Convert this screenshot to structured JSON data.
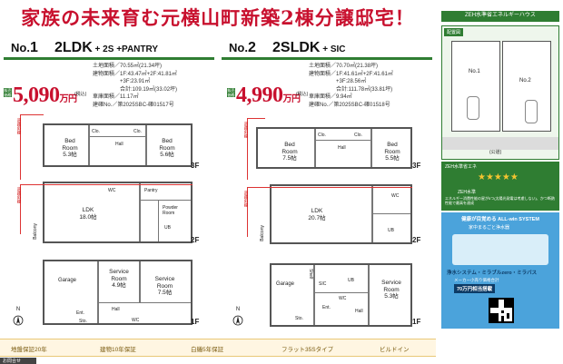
{
  "title": "家族の未来育む元横山町新築2棟分譲邸宅！",
  "plans": [
    {
      "num_prefix": "No.",
      "num": "1",
      "type_main": "2LDK",
      "type_sub": " + 2S +PANTRY",
      "badge": "販売価格",
      "price": "5,090",
      "price_unit": "万円",
      "tax": "(税込)",
      "specs": [
        "土地面積／70.55㎡(21.34坪)",
        "建物面積／1F:43.47㎡+2F:41.81㎡",
        "　　　　　+3F:23.91㎡",
        "　　　　　合計:109.19㎡(33.02坪)",
        "車庫面積／11.17㎡",
        "建確No.／第2025SBC-確01517号"
      ],
      "rooms": {
        "bed1": "Bed\nRoom\n5.3帖",
        "bed2": "Bed\nRoom\n5.6帖",
        "ldk": "LDK\n18.0帖",
        "svc1": "Service\nRoom\n4.9帖",
        "svc2": "Service\nRoom\n7.5帖",
        "clo": "Clo.",
        "hall": "Hall",
        "wc": "WC",
        "pantry": "Pantry",
        "balcony": "Balcony",
        "ub": "UB",
        "powder": "Powder\nRoom",
        "garage": "Garage",
        "ent": "Ent.",
        "sto": "Sto.",
        "f3": "3F",
        "f2": "2F",
        "f1": "1F",
        "north": "N"
      },
      "slope_labels": [
        "道路斜線",
        "道路斜線",
        "道路斜線"
      ]
    },
    {
      "num_prefix": "No.",
      "num": "2",
      "type_main": "2SLDK",
      "type_sub": " + SIC",
      "badge": "販売価格",
      "price": "4,990",
      "price_unit": "万円",
      "tax": "(税込)",
      "specs": [
        "土地面積／70.70㎡(21.38坪)",
        "建物面積／1F:41.61㎡+2F:41.61㎡",
        "　　　　　+3F:28.56㎡",
        "　　　　　合計:111.78㎡(33.81坪)",
        "車庫面積／9.94㎡",
        "建確No.／第2025SBC-確01518号"
      ],
      "rooms": {
        "bed1": "Bed\nRoom\n7.5帖",
        "bed2": "Bed\nRoom\n5.5帖",
        "ldk": "LDK\n20.7帖",
        "svc": "Service\nRoom\n5.3帖",
        "clo": "Clo.",
        "hall": "Hall",
        "wc": "WC",
        "balcony": "Balcony",
        "ub": "UB",
        "garage": "Garage",
        "sic": "SIC",
        "sto": "Sto.",
        "shelf": "Shelf",
        "ent": "Ent.",
        "f3": "3F",
        "f2": "2F",
        "f1": "1F",
        "north": "N"
      },
      "slope_labels": [
        "道路斜線",
        "道路斜線",
        "道路斜線"
      ]
    }
  ],
  "features": [
    "地盤保証20年",
    "建物10年保証",
    "白蟻5年保証",
    "フラット35Sタイプ",
    "ビルドイン"
  ],
  "side": {
    "zeh_header": "ZEH水準省エネルギーハウス",
    "site_label": "配置図",
    "site_lots": [
      "No.1",
      "No.2"
    ],
    "site_road": "(公道)",
    "cert_title": "ZEH水準省エネ",
    "zeh_label": "ZEH水準",
    "cert_note": "エネルギー消費性能の星が5つ(太陽光発電は考慮しない)、かつ断熱性能で最高を達成",
    "blue_title": "健康が目覚める ALL-win SYSTEM",
    "blue_sub": "家中まるごと浄水器",
    "blue_lines": [
      "浄水システム・ミラブルzero・ミラバス",
      "メーカー小売り価格合計",
      "70万円相当搭載"
    ],
    "bottom_tag": "お問合せ"
  }
}
